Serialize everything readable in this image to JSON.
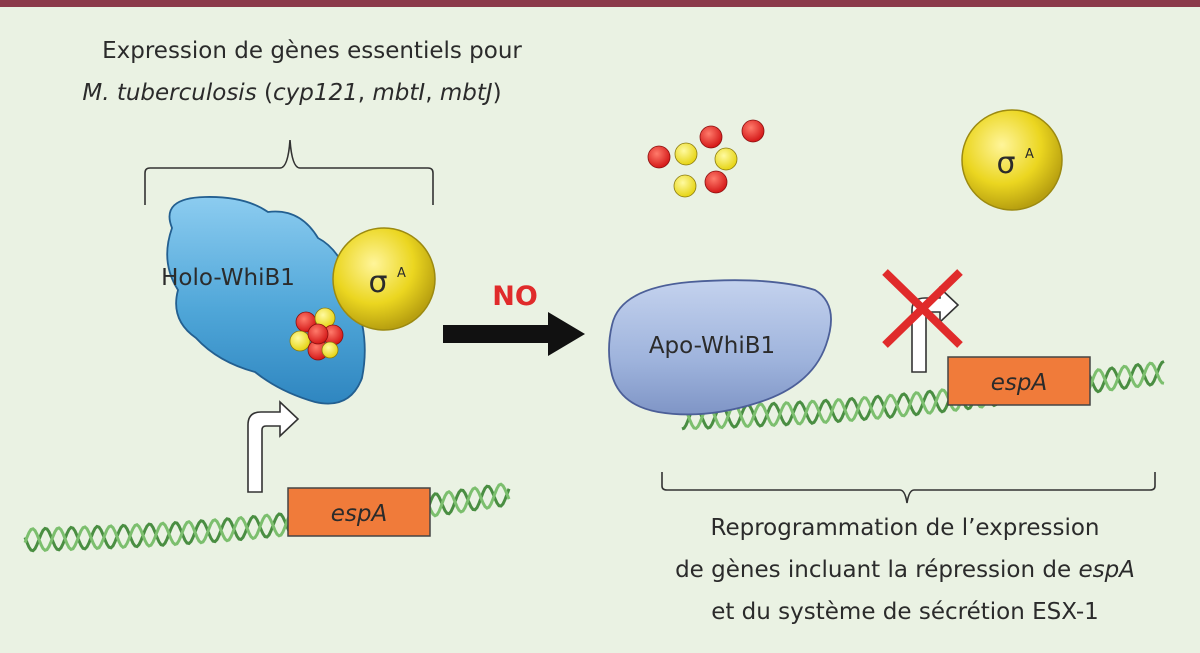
{
  "top_caption": {
    "line1": "Expression de gènes essentiels pour",
    "line2_italic": "M. tuberculosis",
    "line2_open": " (",
    "gene1": "cyp121",
    "sep1": ", ",
    "gene2": "mbtI",
    "sep2": ", ",
    "gene3": "mbtJ",
    "line2_close": ")"
  },
  "left": {
    "protein_label": "Holo-WhiB1",
    "sigma_label": "σ",
    "sigma_sup": "A",
    "gene_label": "espA"
  },
  "arrow_label": "NO",
  "right": {
    "protein_label": "Apo-WhiB1",
    "sigma_label": "σ",
    "sigma_sup": "A",
    "gene_label": "espA"
  },
  "bottom_caption": {
    "line1": "Reprogrammation de l’expression",
    "line2_prefix": "de gènes incluant la répression de ",
    "line2_italic": "espA",
    "line3": "et du système de sécrétion ESX-1"
  },
  "colors": {
    "background": "#eaf2e3",
    "top_bar": "#8b3a4a",
    "holo_protein": "#4fa6d8",
    "apo_protein": "#9eb3dc",
    "sigma": "#ebd620",
    "gene_box": "#f07b3a",
    "dna": "#5a9e50",
    "cluster_red": "#e02020",
    "cluster_yellow": "#f0e020",
    "cross": "#e02b2b",
    "arrow": "#111111"
  }
}
